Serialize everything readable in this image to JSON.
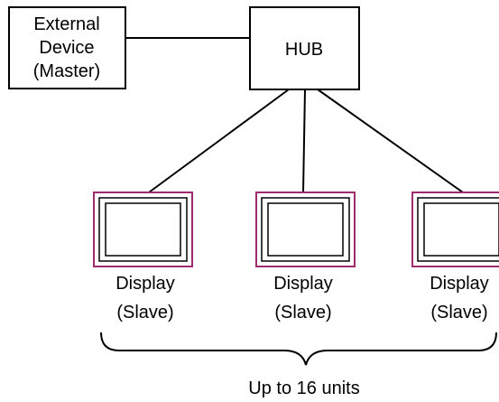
{
  "master": {
    "line1": "External",
    "line2": "Device",
    "line3": "(Master)"
  },
  "hub": {
    "label": "HUB"
  },
  "displays": [
    {
      "name": "Display",
      "role": "(Slave)"
    },
    {
      "name": "Display",
      "role": "(Slave)"
    },
    {
      "name": "Display",
      "role": "(Slave)"
    }
  ],
  "group_label": "Up to 16 units",
  "colors": {
    "stroke": "#000000",
    "monitor_frame": "#a02a6e",
    "background": "#ffffff"
  }
}
